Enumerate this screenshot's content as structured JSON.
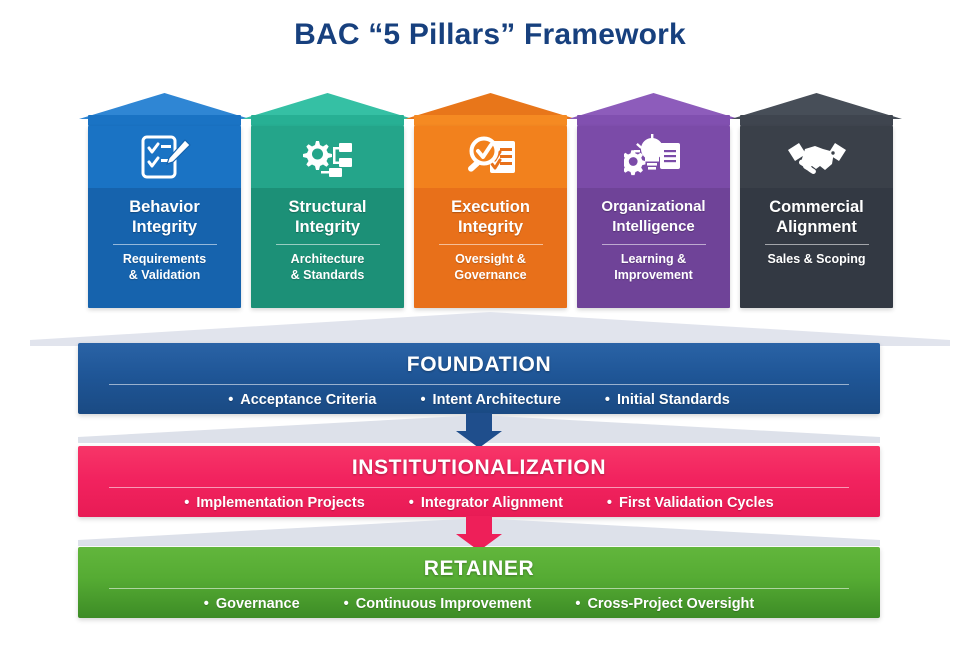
{
  "title": "BAC “5 Pillars” Framework",
  "pillars": [
    {
      "title": "Behavior\nIntegrity",
      "subtitle": "Requirements\n& Validation",
      "icon": "checklist-pencil-icon",
      "color_body": "#1663ad",
      "color_body_dark": "#125091",
      "color_cap": "#1a73c4",
      "color_roof": "#2f86d4"
    },
    {
      "title": "Structural\nIntegrity",
      "subtitle": "Architecture\n& Standards",
      "icon": "gear-network-icon",
      "color_body": "#24a58a",
      "color_body_dark": "#1b8b74",
      "color_cap": "#27b094",
      "color_roof": "#35c0a4"
    },
    {
      "title": "Execution\nIntegrity",
      "subtitle": "Oversight &\nGovernance",
      "icon": "magnifier-checklist-icon",
      "color_body": "#f2811d",
      "color_body_dark": "#e06a14",
      "color_cap": "#f58a22",
      "color_roof": "#e8761a"
    },
    {
      "title": "Organizational\nIntelligence",
      "subtitle": "Learning &\nImprovement",
      "icon": "lightbulb-gear-document-icon",
      "color_body": "#7b4ba8",
      "color_body_dark": "#653a8d",
      "color_cap": "#8150b0",
      "color_roof": "#8d5cbb"
    },
    {
      "title": "Commercial\nAlignment",
      "subtitle": "Sales & Scoping",
      "icon": "handshake-icon",
      "color_body": "#3a4049",
      "color_body_dark": "#2f343c",
      "color_cap": "#3f454f",
      "color_roof": "#474e58"
    }
  ],
  "bands": [
    {
      "title": "FOUNDATION",
      "items": [
        "Acceptance Criteria",
        "Intent Architecture",
        "Initial Standards"
      ],
      "color_top": "#1f5697",
      "color_bottom": "#1a4a83",
      "arrow_color": "#1f4e8c"
    },
    {
      "title": "INSTITUTIONALIZATION",
      "items": [
        "Implementation Projects",
        "Integrator Alignment",
        "First Validation Cycles"
      ],
      "color_top": "#f2235f",
      "color_bottom": "#e81b55",
      "arrow_color": "#ee1f59"
    },
    {
      "title": "RETAINER",
      "items": [
        "Governance",
        "Continuous Improvement",
        "Cross-Project Oversight"
      ],
      "color_top": "#55ab33",
      "color_bottom": "#3d8c26",
      "arrow_color": "#4a9c2c"
    }
  ],
  "colors": {
    "title": "#17407e",
    "background": "#ffffff",
    "connector_gray": "#dfe3ec"
  }
}
